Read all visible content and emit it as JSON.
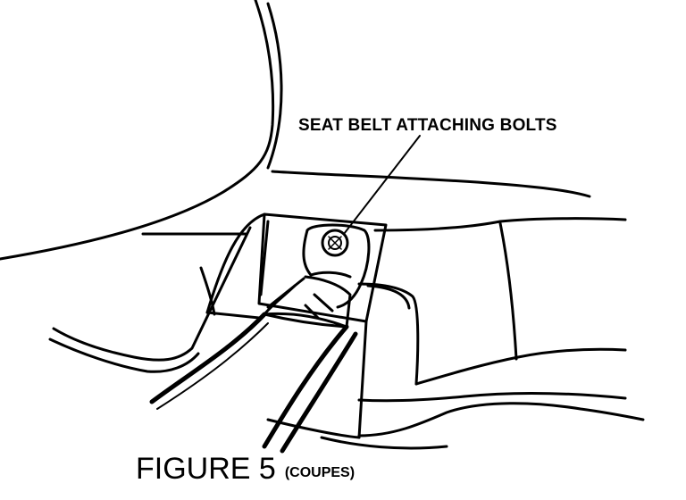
{
  "figure": {
    "title": "FIGURE 5",
    "subtitle": "(COUPES)",
    "callout": "SEAT BELT ATTACHING BOLTS"
  }
}
